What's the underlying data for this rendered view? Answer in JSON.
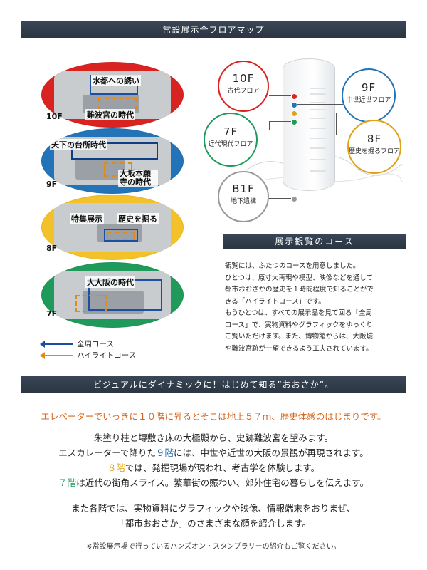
{
  "header": {
    "title": "常設展示全フロアマップ"
  },
  "floors": [
    {
      "num": "10F",
      "color": "#d92320",
      "labels": [
        "水都への誘い",
        "難波宮の時代"
      ]
    },
    {
      "num": "9F",
      "color": "#2273b8",
      "labels": [
        "天下の台所時代",
        "大坂本願寺の時代"
      ]
    },
    {
      "num": "8F",
      "color": "#f3c22a",
      "labels": [
        "特集展示",
        "歴史を掘る"
      ]
    },
    {
      "num": "7F",
      "color": "#1f9a5a",
      "labels": [
        "大大阪の時代"
      ]
    }
  ],
  "legend": {
    "full": "全周コース",
    "highlight": "ハイライトコース",
    "full_color": "#1d4fa0",
    "highlight_color": "#e08a1e"
  },
  "building": {
    "f10": {
      "num": "10F",
      "name": "古代フロア",
      "color": "#d92320"
    },
    "f9": {
      "num": "9F",
      "name": "中世近世フロア",
      "color": "#2273b8"
    },
    "f8": {
      "num": "8F",
      "name": "歴史を掘るフロア",
      "color": "#e0a116"
    },
    "f7": {
      "num": "7F",
      "name": "近代現代フロア",
      "color": "#1f9a5a"
    },
    "b1": {
      "num": "B1F",
      "name": "地下遺構",
      "color": "#999999"
    }
  },
  "course": {
    "title": "展示観覧のコース",
    "lines": [
      "観覧には、ふたつのコースを用意しました。",
      "ひとつは、原寸大再現や模型、映像などを通して",
      "都市おおさかの歴史を１時間程度で知ることがで",
      "きる「ハイライトコース」です。",
      "もうひとつは、すべての展示品を見て回る「全周",
      "コース」で、実物資料やグラフィックをゆっくり",
      "ご覧いただけます。また、博物館からは、大阪城",
      "や難波宮跡が一望できるよう工夫されています。"
    ]
  },
  "section": {
    "title": "ビジュアルにダイナミックに！はじめて知る”おおさか”。",
    "lead": "エレベーターでいっきに１０階に昇るとそこは地上５７ｍ、歴史体感のはじまりです。",
    "p1": "朱塗り柱と塼敷き床の大極殿から、史跡難波宮を望みます。",
    "p2a": "エスカレーターで降りた",
    "p2b": "９階",
    "p2c": "には、中世や近世の大阪の景観が再現されます。",
    "p3a": "８階",
    "p3b": "では、発掘現場が現われ、考古学を体験します。",
    "p4a": "７階",
    "p4b": "は近代の街角スライス。繁華街の賑わい、郊外住宅の暮らしを伝えます。",
    "p5": "また各階では、実物資料にグラフィックや映像、情報端末をおりまぜ、",
    "p6": "「都市おおさか」のさまざまな顔を紹介します。",
    "note": "※常設展示場で行っているハンズオン・スタンプラリーの紹介もご覧ください。"
  }
}
